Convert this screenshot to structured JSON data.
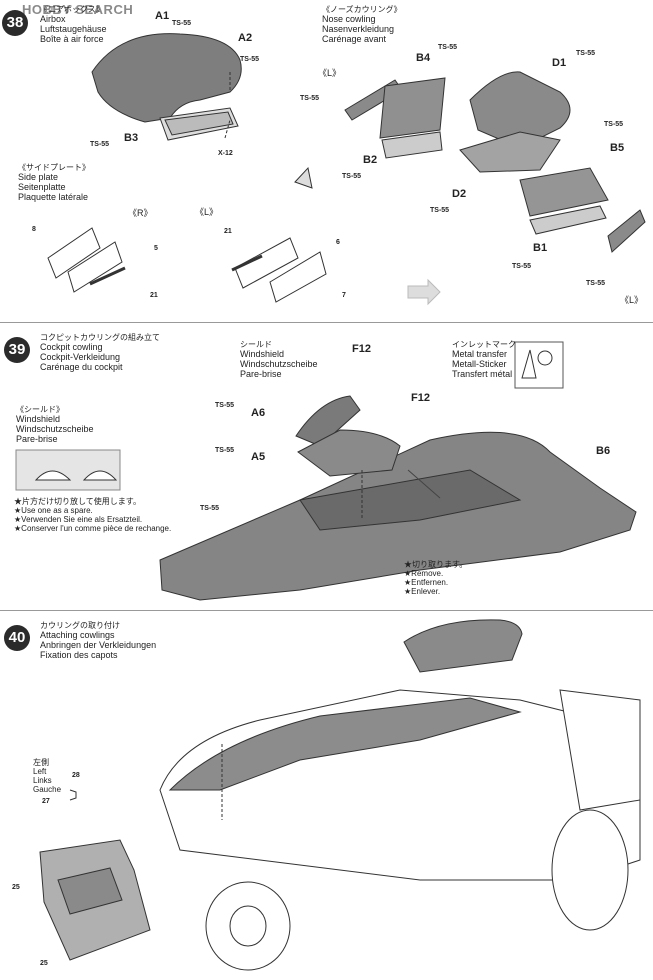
{
  "watermark": "HOBBY SEARCH",
  "step38": {
    "number": "38",
    "airbox": {
      "jp": "《エアボックス》",
      "en": "Airbox",
      "de": "Luftstaugehäuse",
      "fr": "Boîte à air force"
    },
    "nose": {
      "jp": "《ノーズカウリング》",
      "en": "Nose cowling",
      "de": "Nasenverkleidung",
      "fr": "Carénage avant"
    },
    "side": {
      "jp": "《サイドプレート》",
      "en": "Side plate",
      "de": "Seitenplatte",
      "fr": "Plaquette latérale"
    },
    "parts": {
      "a1": "A1",
      "a2": "A2",
      "b3": "B3",
      "x12": "X-12",
      "b4": "B4",
      "d1": "D1",
      "b2": "B2",
      "b5": "B5",
      "d2": "D2",
      "b1": "B1"
    },
    "paint": "TS-55",
    "right": "《R》",
    "left": "《L》",
    "decals": {
      "n8": "8",
      "n5": "5",
      "n21": "21",
      "n6": "6",
      "n7": "7"
    }
  },
  "step39": {
    "number": "39",
    "title": {
      "jp": "コクピットカウリングの組み立て",
      "en": "Cockpit cowling",
      "de": "Cockpit-Verkleidung",
      "fr": "Carénage du cockpit"
    },
    "windshield": {
      "jp": "シールド",
      "en": "Windshield",
      "de": "Windschutzscheibe",
      "fr": "Pare-brise"
    },
    "shield_box": {
      "jp": "《シールド》",
      "en": "Windshield",
      "de": "Windschutzscheibe",
      "fr": "Pare-brise"
    },
    "inlet": {
      "jp": "インレットマーク",
      "en": "Metal transfer",
      "de": "Metall-Sticker",
      "fr": "Transfert métal"
    },
    "spare": {
      "jp": "★片方だけ切り放して使用します。",
      "en": "★Use one as a spare.",
      "de": "★Verwenden Sie eine als Ersatzteil.",
      "fr": "★Conserver l'un comme pièce de rechange."
    },
    "remove": {
      "jp": "★切り取ります。",
      "en": "★Remove.",
      "de": "★Entfernen.",
      "fr": "★Enlever."
    },
    "parts": {
      "f12a": "F12",
      "f12b": "F12",
      "a6": "A6",
      "a5": "A5",
      "b6": "B6"
    },
    "paint": "TS-55"
  },
  "step40": {
    "number": "40",
    "title": {
      "jp": "カウリングの取り付け",
      "en": "Attaching cowlings",
      "de": "Anbringen der Verkleidungen",
      "fr": "Fixation des capots"
    },
    "left": {
      "jp": "左側",
      "en": "Left",
      "de": "Links",
      "fr": "Gauche"
    },
    "decals": {
      "n28": "28",
      "n27": "27",
      "n25a": "25",
      "n25b": "25"
    }
  }
}
